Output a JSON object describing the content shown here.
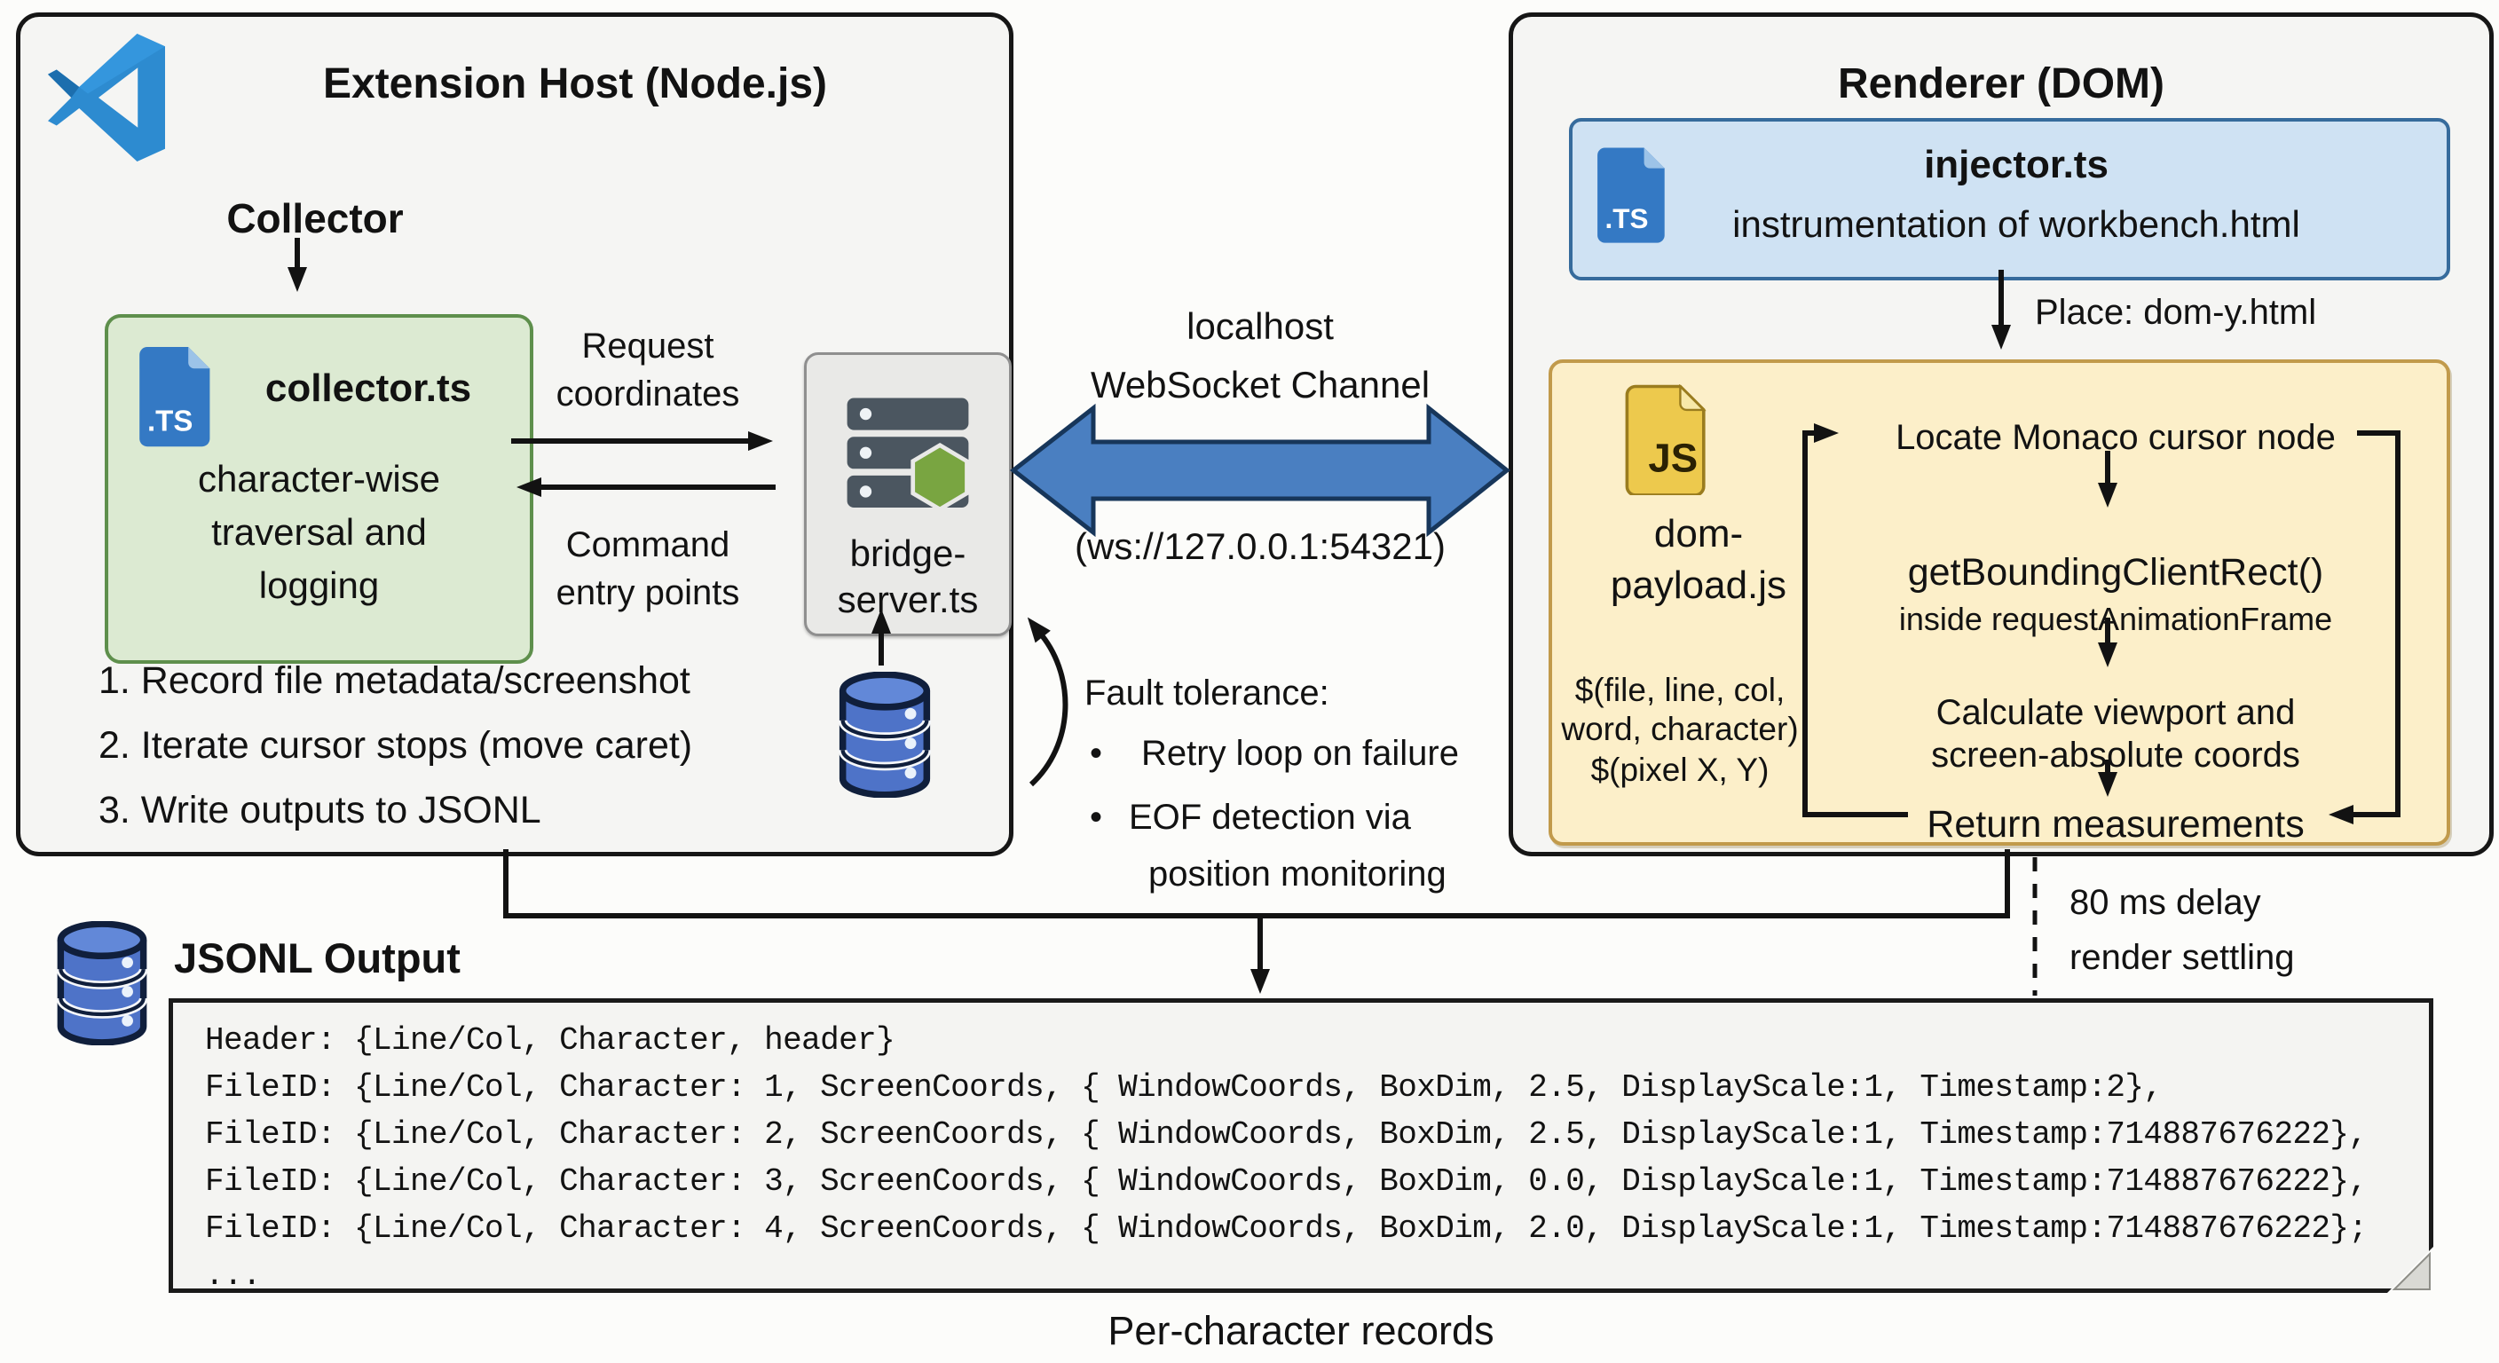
{
  "extension_host": {
    "title": "Extension Host (Node.js)",
    "collector_label": "Collector",
    "collector_box": {
      "icon_label": ".TS",
      "filename": "collector.ts",
      "description": [
        "character-wise",
        "traversal and",
        "logging"
      ]
    },
    "request_arrow_label": [
      "Request",
      "coordinates"
    ],
    "command_arrow_label": [
      "Command",
      "entry points"
    ],
    "bridge_box": {
      "name": [
        "bridge-",
        "server.ts"
      ]
    },
    "steps": [
      "1. Record file metadata/screenshot",
      "2. Iterate cursor stops (move caret)",
      "3. Write outputs to JSONL"
    ]
  },
  "channel": {
    "title": [
      "localhost",
      "WebSocket Channel"
    ],
    "address": "(ws://127.0.0.1:54321)",
    "fault_tolerance": {
      "heading": "Fault tolerance:",
      "bullet_marker": "•",
      "bullets": [
        [
          "Retry loop on failure"
        ],
        [
          "EOF detection via",
          "position monitoring"
        ]
      ]
    }
  },
  "renderer": {
    "title": "Renderer (DOM)",
    "injector_box": {
      "icon_label": ".TS",
      "filename": "injector.ts",
      "description": "instrumentation of workbench.html"
    },
    "place_label": "Place: dom-y.html",
    "payload_box": {
      "icon_label": "JS",
      "name": [
        "dom-",
        "payload.js"
      ],
      "params": [
        "$(file, line, col,",
        "word, character)",
        "$(pixel X, Y)"
      ],
      "flow": {
        "step1": "Locate Monaco cursor node",
        "step2": "getBoundingClientRect()",
        "step2_sub": "inside requestAnimationFrame",
        "step3": [
          "Calculate viewport and",
          "screen-absolute coords"
        ],
        "step4": "Return measurements"
      }
    }
  },
  "delay_note": [
    "80 ms delay",
    "render settling"
  ],
  "jsonl_output": {
    "label": "JSONL Output",
    "lines": [
      "Header: {Line/Col, Character, header}",
      "FileID: {Line/Col, Character: 1, ScreenCoords, { WindowCoords, BoxDim, 2.5, DisplayScale:1, Timestamp:2},",
      "FileID: {Line/Col, Character: 2, ScreenCoords, { WindowCoords, BoxDim, 2.5, DisplayScale:1, Timestamp:714887676222},",
      "FileID: {Line/Col, Character: 3, ScreenCoords, { WindowCoords, BoxDim, 0.0, DisplayScale:1, Timestamp:714887676222},",
      "FileID: {Line/Col, Character: 4, ScreenCoords, { WindowCoords, BoxDim, 2.0, DisplayScale:1, Timestamp:714887676222};",
      "..."
    ],
    "caption": "Per-character records"
  },
  "colors": {
    "host_box_bg": "#f5f5f3",
    "green_box_bg": "#dcead2",
    "green_box_border": "#5e8f4c",
    "bridge_box_bg": "#e9e9e7",
    "injector_box_bg": "#cfe2f3",
    "injector_box_border": "#366b9c",
    "payload_box_bg": "#fcefc9",
    "payload_box_border": "#c19a4b",
    "websocket_arrow": "#4a7fc1",
    "database_icon": "#4e73c8",
    "ts_icon": "#3479c4",
    "js_icon": "#edc94d",
    "node_hexagon": "#79a541",
    "vscode_logo": "#2d8bd0"
  }
}
